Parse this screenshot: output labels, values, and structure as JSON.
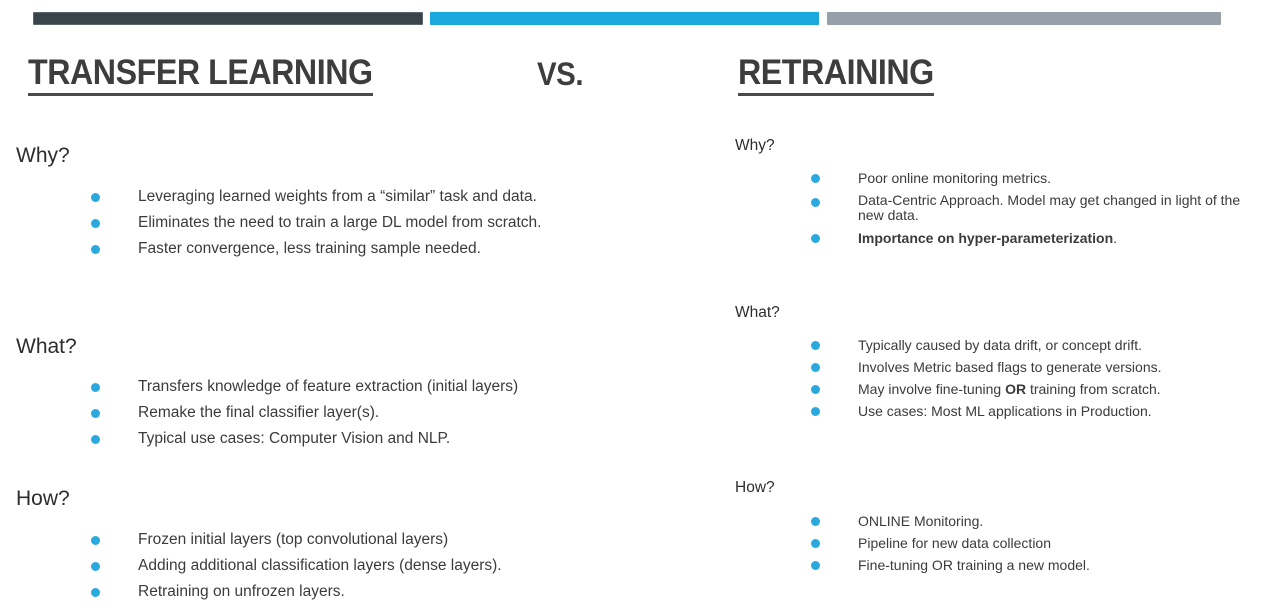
{
  "colors": {
    "bar_dark": "#3a444b",
    "bar_blue": "#1ba8dd",
    "bar_gray": "#97a0a8",
    "bullet_blue": "#29a9de",
    "title_text": "#3d3d3d",
    "body_text": "#3b3b3b",
    "background": "#ffffff"
  },
  "top_bars": [
    {
      "name": "dark-bar",
      "color": "#3a444b"
    },
    {
      "name": "blue-bar",
      "color": "#1ba8dd"
    },
    {
      "name": "gray-bar",
      "color": "#97a0a8"
    }
  ],
  "titles": {
    "left": "TRANSFER LEARNING",
    "vs": "VS.",
    "right": "RETRAINING"
  },
  "left_column": {
    "heading": "TRANSFER LEARNING",
    "sections": [
      {
        "heading": "Why?",
        "bullets": [
          {
            "html": "Leveraging learned weights from a “similar” task and data."
          },
          {
            "html": "Eliminates the need to train a large DL model from scratch."
          },
          {
            "html": "Faster convergence, less training sample needed."
          }
        ]
      },
      {
        "heading": "What?",
        "bullets": [
          {
            "html": "Transfers knowledge of feature extraction (initial layers)"
          },
          {
            "html": "Remake the final classifier layer(s)."
          },
          {
            "html": "Typical use cases: Computer Vision and NLP."
          }
        ]
      },
      {
        "heading": "How?",
        "bullets": [
          {
            "html": "Frozen initial layers (top convolutional layers)"
          },
          {
            "html": "Adding additional classification layers (dense layers)."
          },
          {
            "html": "Retraining on unfrozen layers."
          }
        ]
      }
    ]
  },
  "right_column": {
    "heading": "RETRAINING",
    "sections": [
      {
        "heading": "Why?",
        "bullets": [
          {
            "html": "Poor online monitoring metrics."
          },
          {
            "html": "Data-Centric Approach. Model may get changed in light of the new data.",
            "wrapped": true
          },
          {
            "html": "<b>Importance on hyper-parameterization</b>."
          }
        ]
      },
      {
        "heading": "What?",
        "bullets": [
          {
            "html": "Typically caused by data drift, or concept drift."
          },
          {
            "html": "Involves Metric based flags to generate versions."
          },
          {
            "html": "May involve fine-tuning <b>OR</b> training from scratch."
          },
          {
            "html": "Use cases: Most ML applications in Production."
          }
        ]
      },
      {
        "heading": "How?",
        "bullets": [
          {
            "html": "ONLINE Monitoring."
          },
          {
            "html": "Pipeline for new data collection"
          },
          {
            "html": "Fine-tuning OR training a new model."
          }
        ]
      }
    ]
  }
}
